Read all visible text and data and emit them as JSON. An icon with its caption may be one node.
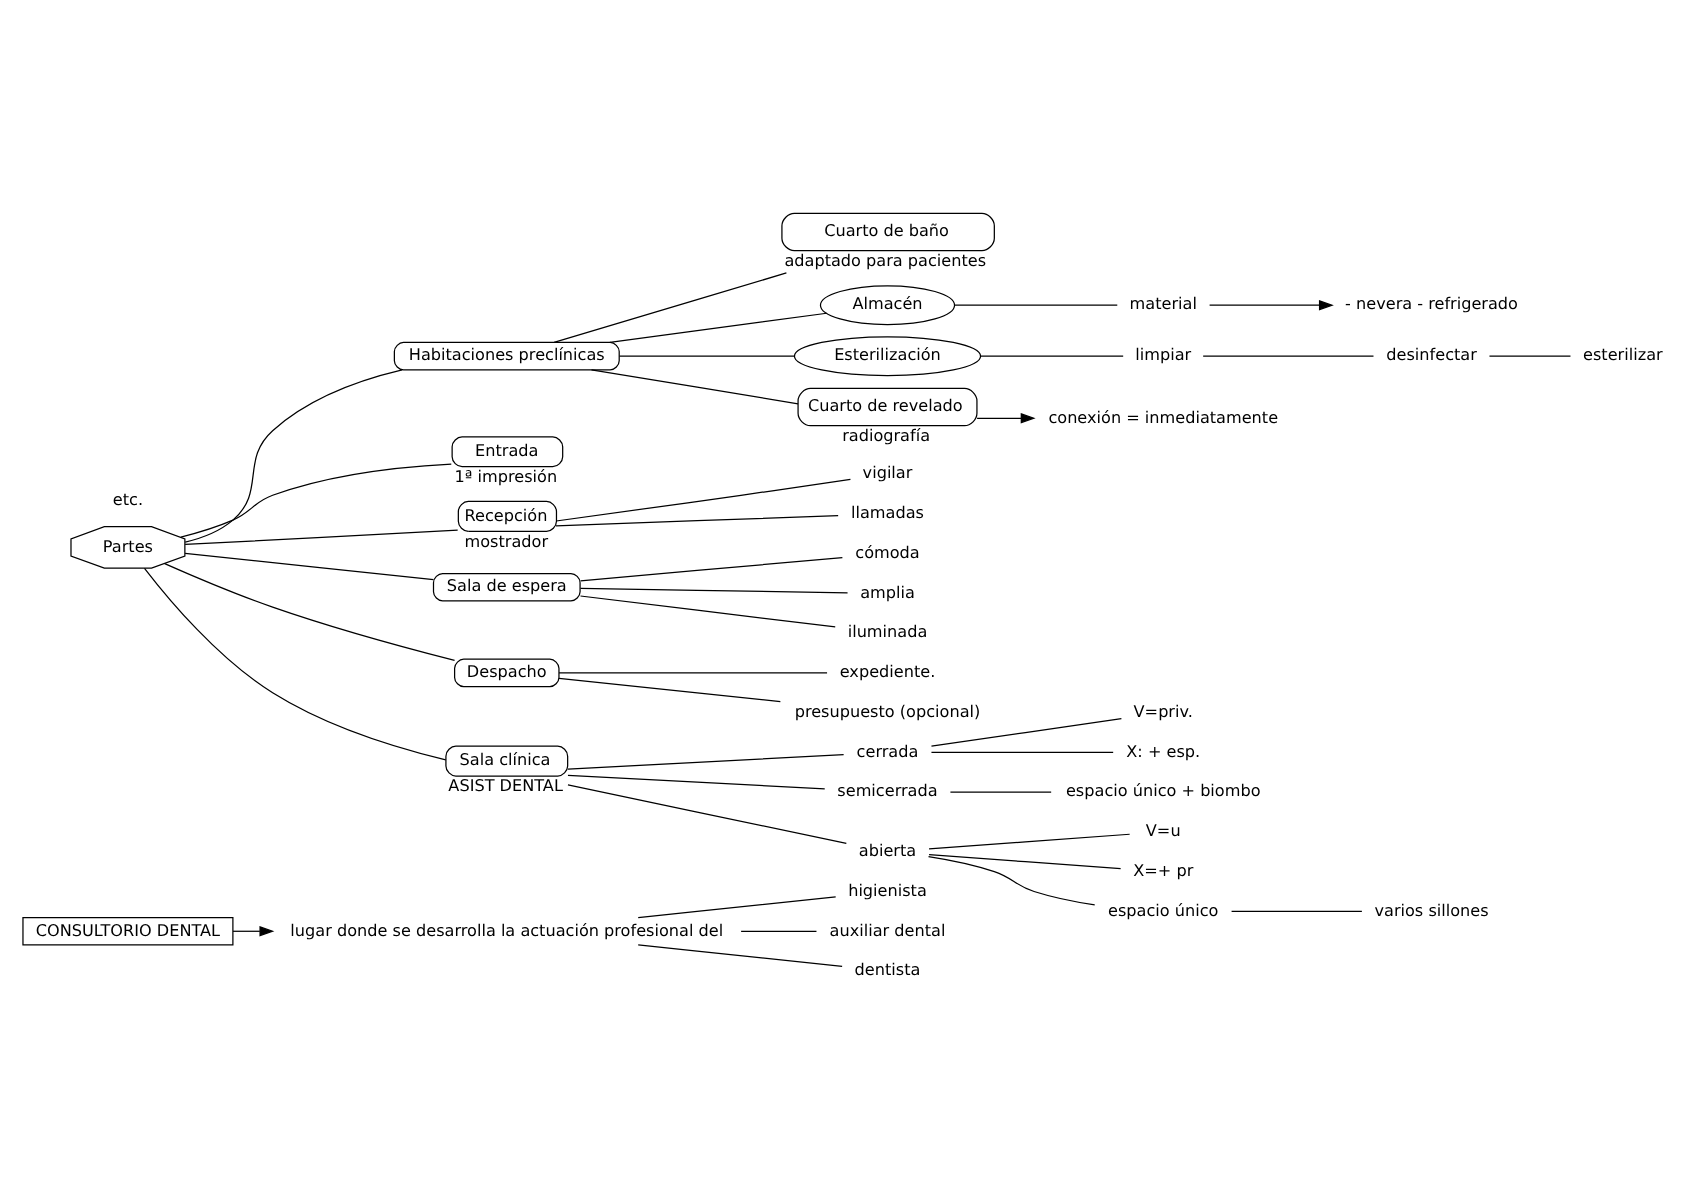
{
  "diagram": {
    "nodes": [
      {
        "text": [
          "CONSULTORIO DENTAL"
        ]
      },
      {
        "text": [
          "lugar donde se desarrolla la actuación profesional del"
        ]
      },
      {
        "text": [
          "higienista"
        ]
      },
      {
        "text": [
          "auxiliar dental"
        ]
      },
      {
        "text": [
          "dentista"
        ]
      },
      {
        "text": [
          "Partes"
        ]
      },
      {
        "text": [
          "Habitaciones preclínicas"
        ]
      },
      {
        "text": [
          "Cuarto de baño"
        ],
        "beside": [
          "adaptado para pacientes"
        ]
      },
      {
        "text": [
          "Almacén"
        ]
      },
      {
        "text": [
          "Esterilización"
        ]
      },
      {
        "text": [
          "Cuarto de revelado"
        ],
        "beside": [
          "radiografía"
        ]
      },
      {
        "text": [
          "material"
        ]
      },
      {
        "text": [
          "- nevera - refrigerado"
        ]
      },
      {
        "text": [
          "limpiar"
        ]
      },
      {
        "text": [
          "desinfectar"
        ]
      },
      {
        "text": [
          "esterilizar"
        ]
      },
      {
        "text": [
          "conexión = inmediatamente"
        ]
      },
      {
        "text": [
          "Entrada"
        ],
        "beside": [
          "1ª impresión"
        ]
      },
      {
        "text": [
          "Recepción"
        ],
        "beside": [
          "mostrador"
        ]
      },
      {
        "text": [
          "vigilar"
        ]
      },
      {
        "text": [
          "llamadas"
        ]
      },
      {
        "text": [
          "Sala de espera"
        ]
      },
      {
        "text": [
          "cómoda"
        ]
      },
      {
        "text": [
          "amplia"
        ]
      },
      {
        "text": [
          "iluminada"
        ]
      },
      {
        "text": [
          "Despacho"
        ]
      },
      {
        "text": [
          "expediente."
        ]
      },
      {
        "text": [
          "presupuesto (opcional)"
        ]
      },
      {
        "text": [
          "Sala clínica"
        ],
        "beside": [
          "ASIST DENTAL"
        ]
      },
      {
        "text": [
          "cerrada"
        ]
      },
      {
        "text": [
          "V=priv."
        ]
      },
      {
        "text": [
          "X: + esp."
        ]
      },
      {
        "text": [
          "semicerrada"
        ]
      },
      {
        "text": [
          "espacio único + biombo"
        ]
      },
      {
        "text": [
          "abierta"
        ]
      },
      {
        "text": [
          "V=u"
        ]
      },
      {
        "text": [
          "X=+ pr"
        ]
      },
      {
        "text": [
          "espacio único"
        ]
      },
      {
        "text": [
          "varios sillones"
        ]
      }
    ],
    "edges": [
      {
        "from": 0,
        "to": 1,
        "arrow": "to"
      },
      {
        "from": 1,
        "to": 2,
        "arrow": "none"
      },
      {
        "from": 1,
        "to": 3,
        "arrow": "none"
      },
      {
        "from": 1,
        "to": 4,
        "arrow": "none"
      },
      {
        "from": 5,
        "to": 6,
        "arrow": "none"
      },
      {
        "from": 6,
        "to": 7,
        "arrow": "none"
      },
      {
        "from": 6,
        "to": 8,
        "arrow": "none"
      },
      {
        "from": 6,
        "to": 9,
        "arrow": "none"
      },
      {
        "from": 6,
        "to": 10,
        "arrow": "none"
      },
      {
        "from": 8,
        "to": 11,
        "arrow": "none"
      },
      {
        "from": 11,
        "to": 12,
        "arrow": "to"
      },
      {
        "from": 9,
        "to": 13,
        "arrow": "none"
      },
      {
        "from": 13,
        "to": 14,
        "arrow": "none"
      },
      {
        "from": 14,
        "to": 15,
        "arrow": "none"
      },
      {
        "from": 10,
        "to": 16,
        "arrow": "to"
      },
      {
        "from": 5,
        "to": 17,
        "arrow": "none"
      },
      {
        "from": 5,
        "to": 18,
        "arrow": "none"
      },
      {
        "from": 18,
        "to": 19,
        "arrow": "none"
      },
      {
        "from": 18,
        "to": 20,
        "arrow": "none"
      },
      {
        "from": 5,
        "to": 21,
        "arrow": "none"
      },
      {
        "from": 21,
        "to": 22,
        "arrow": "none"
      },
      {
        "from": 21,
        "to": 23,
        "arrow": "none"
      },
      {
        "from": 21,
        "to": 24,
        "arrow": "none"
      },
      {
        "from": 5,
        "to": 25,
        "arrow": "none"
      },
      {
        "from": 25,
        "to": 26,
        "arrow": "none"
      },
      {
        "from": 25,
        "to": 27,
        "arrow": "none"
      },
      {
        "from": 5,
        "to": 28,
        "arrow": "none"
      },
      {
        "from": 28,
        "to": 29,
        "arrow": "none"
      },
      {
        "from": 29,
        "to": 30,
        "arrow": "none"
      },
      {
        "from": 29,
        "to": 31,
        "arrow": "none"
      },
      {
        "from": 28,
        "to": 32,
        "arrow": "none"
      },
      {
        "from": 32,
        "to": 33,
        "arrow": "none"
      },
      {
        "from": 28,
        "to": 34,
        "arrow": "none"
      },
      {
        "from": 34,
        "to": 35,
        "arrow": "none"
      },
      {
        "from": 34,
        "to": 36,
        "arrow": "none"
      },
      {
        "from": 34,
        "to": 37,
        "arrow": "none"
      },
      {
        "from": 37,
        "to": 38,
        "arrow": "none"
      }
    ],
    "labels": [
      "etc."
    ]
  }
}
